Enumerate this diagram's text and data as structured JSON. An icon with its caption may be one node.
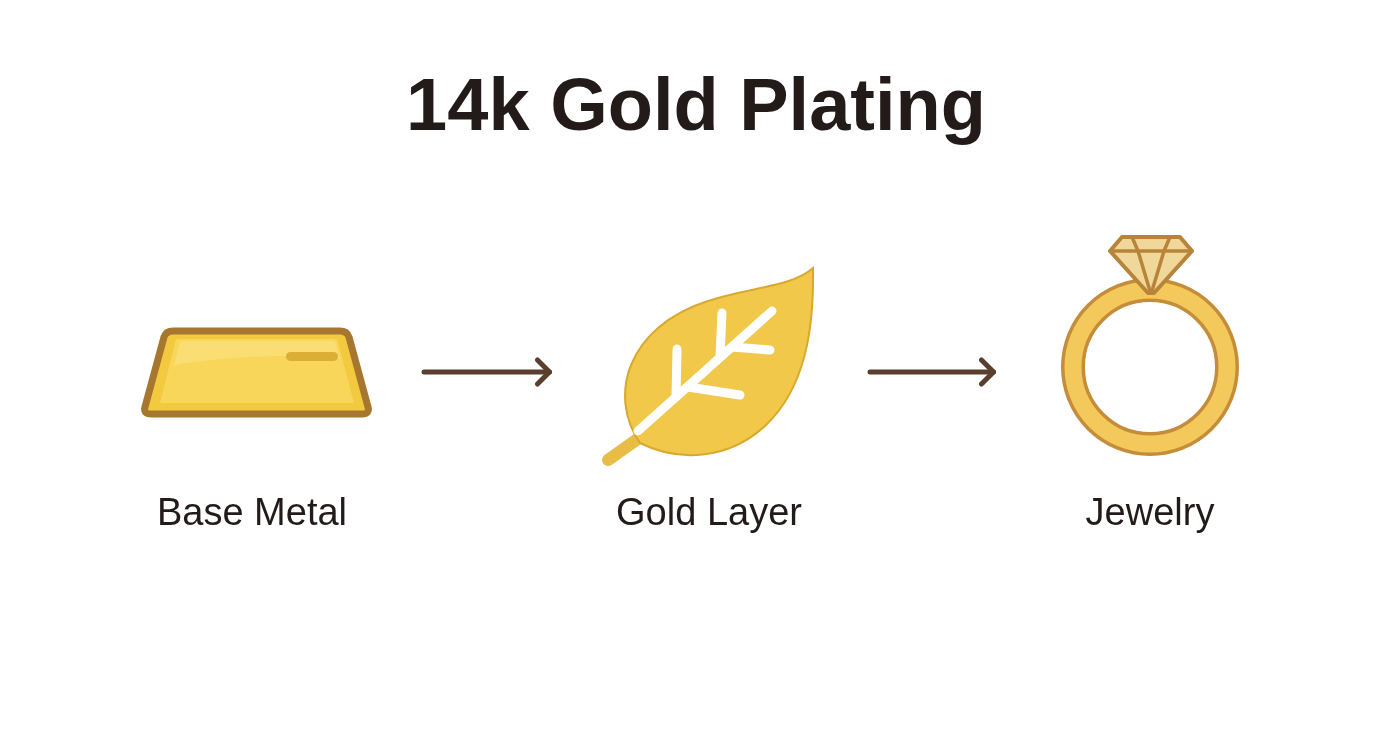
{
  "diagram": {
    "title": "14k Gold Plating",
    "nodes": [
      {
        "text": [
          "Base Metal"
        ]
      },
      {
        "text": [
          "Gold Layer"
        ]
      },
      {
        "text": [
          "Jewelry"
        ]
      }
    ],
    "edges": [
      {
        "from": 0,
        "to": 1,
        "arrow": "to"
      },
      {
        "from": 1,
        "to": 2,
        "arrow": "to"
      }
    ]
  }
}
